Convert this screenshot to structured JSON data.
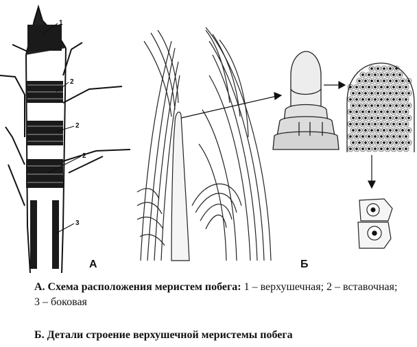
{
  "figure": {
    "callouts": [
      "1",
      "2",
      "2",
      "2",
      "3"
    ],
    "panel_labels": {
      "a": "А",
      "b": "Б"
    }
  },
  "captions": {
    "a_bold": "А. Схема расположения меристем побега:",
    "a_text": " 1 – верхушечная; 2 – вставочная; 3 –  боковая",
    "b_bold": "Б. Детали строение верхушечной меристемы побега"
  }
}
